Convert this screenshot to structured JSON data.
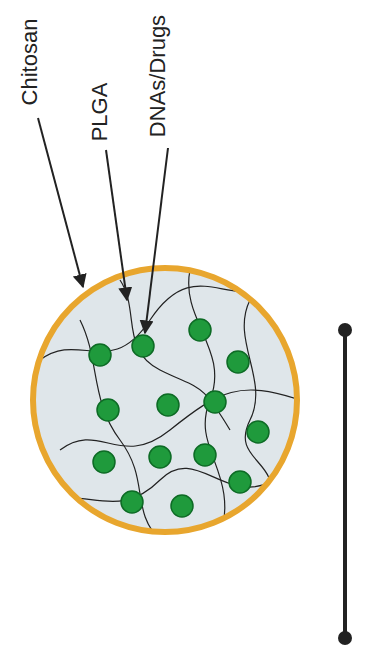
{
  "diagram": {
    "labels": [
      "Chitosan",
      "PLGA",
      "DNAs/Drugs"
    ]
  }
}
